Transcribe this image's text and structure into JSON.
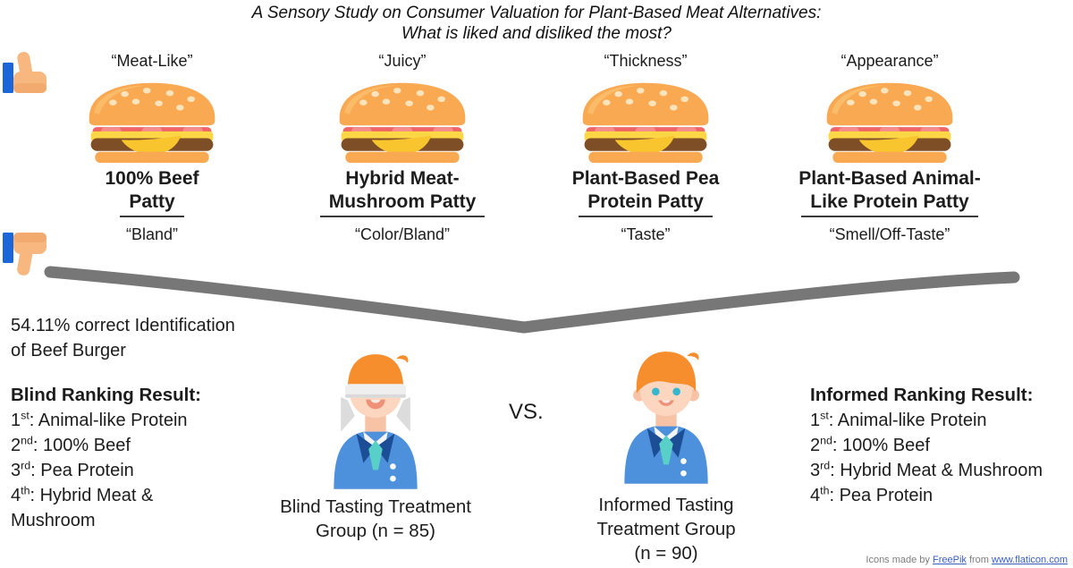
{
  "title": {
    "line1": "A Sensory Study on Consumer Valuation for Plant-Based Meat Alternatives:",
    "line2": "What is liked and disliked the most?"
  },
  "icons": {
    "thumbs_up": "thumbs-up-icon",
    "thumbs_down": "thumbs-down-icon",
    "burger": "burger-icon",
    "blind_person": "blindfolded-person-icon",
    "informed_person": "person-icon",
    "divider": "gray-swoosh-divider"
  },
  "burgers": [
    {
      "liked": "“Meat-Like”",
      "name_line1": "100% Beef",
      "name_line2": "Patty",
      "disliked": "“Bland”"
    },
    {
      "liked": "“Juicy”",
      "name_line1": "Hybrid Meat-",
      "name_line2": "Mushroom Patty",
      "disliked": "“Color/Bland”"
    },
    {
      "liked": "“Thickness”",
      "name_line1": "Plant-Based Pea",
      "name_line2": "Protein Patty",
      "disliked": "“Taste”"
    },
    {
      "liked": "“Appearance”",
      "name_line1": "Plant-Based Animal-",
      "name_line2": "Like Protein Patty",
      "disliked": "“Smell/Off-Taste”"
    }
  ],
  "identification_note": {
    "line1": "54.11% correct Identification",
    "line2": "of Beef Burger"
  },
  "blind_ranking": {
    "title": "Blind Ranking Result:",
    "items": [
      {
        "ord": "1",
        "suffix": "st",
        "rest": ": Animal-like Protein"
      },
      {
        "ord": "2",
        "suffix": "nd",
        "rest": ": 100% Beef"
      },
      {
        "ord": "3",
        "suffix": "rd",
        "rest": ": Pea Protein"
      },
      {
        "ord": "4",
        "suffix": "th",
        "rest": ": Hybrid Meat & Mushroom"
      }
    ]
  },
  "informed_ranking": {
    "title": "Informed Ranking Result:",
    "items": [
      {
        "ord": "1",
        "suffix": "st",
        "rest": ": Animal-like Protein"
      },
      {
        "ord": "2",
        "suffix": "nd",
        "rest": ": 100% Beef"
      },
      {
        "ord": "3",
        "suffix": "rd",
        "rest": ": Hybrid Meat & Mushroom"
      },
      {
        "ord": "4",
        "suffix": "th",
        "rest": ": Pea Protein"
      }
    ]
  },
  "vs_label": "VS.",
  "groups": {
    "blind": {
      "caption_line1": "Blind Tasting Treatment",
      "caption_line2": "Group (n = 85)"
    },
    "informed": {
      "caption_line1": "Informed Tasting",
      "caption_line2": "Treatment Group",
      "caption_line3": "(n = 90)"
    }
  },
  "credit": {
    "prefix": "Icons made by ",
    "link1": "FreePik",
    "middle": " from ",
    "link2": "www.flaticon.com"
  },
  "colors": {
    "swoosh_gray": "#777777",
    "link_blue": "#3b5fc0",
    "bun_orange": "#f9a952",
    "tomato_red": "#ef6464",
    "cheese_yellow": "#ffd645",
    "patty_brown": "#7e4e26",
    "jacket_blue": "#4d90dc",
    "lapel_navy": "#1c4e96",
    "tie_teal": "#58d0c8",
    "hair_orange": "#f78e2e",
    "sleeve_blue": "#1b66d9",
    "hand_skin": "#f7b77f"
  }
}
